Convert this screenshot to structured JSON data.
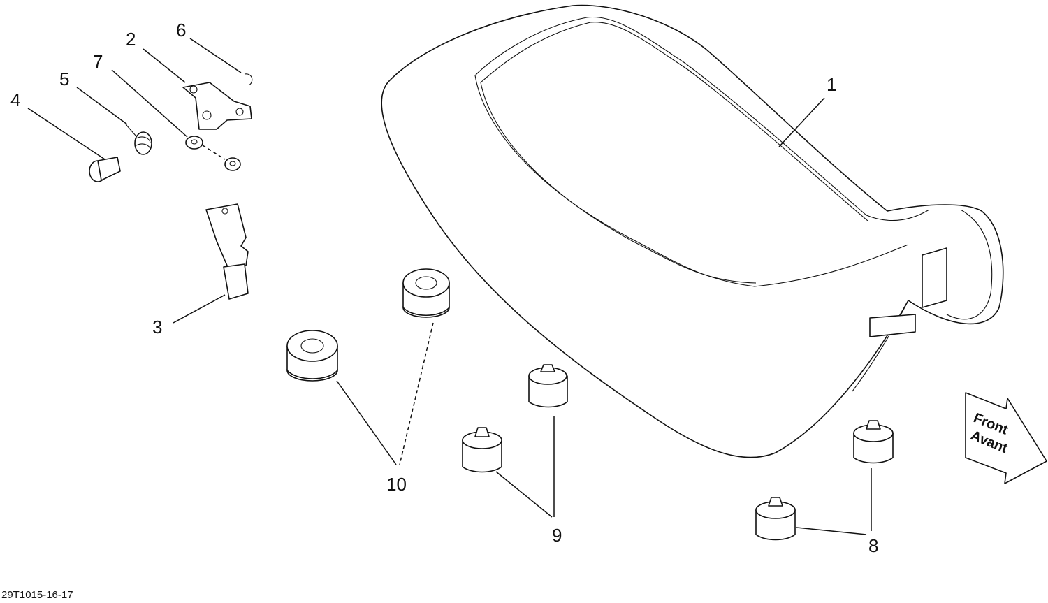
{
  "diagram": {
    "reference_code": "29T1015-16-17",
    "callouts": [
      "1",
      "2",
      "3",
      "4",
      "5",
      "6",
      "7",
      "8",
      "9",
      "10"
    ],
    "front_arrow": {
      "line1": "Front",
      "line2": "Avant"
    }
  },
  "colors": {
    "line": "#111111",
    "background": "#ffffff"
  }
}
